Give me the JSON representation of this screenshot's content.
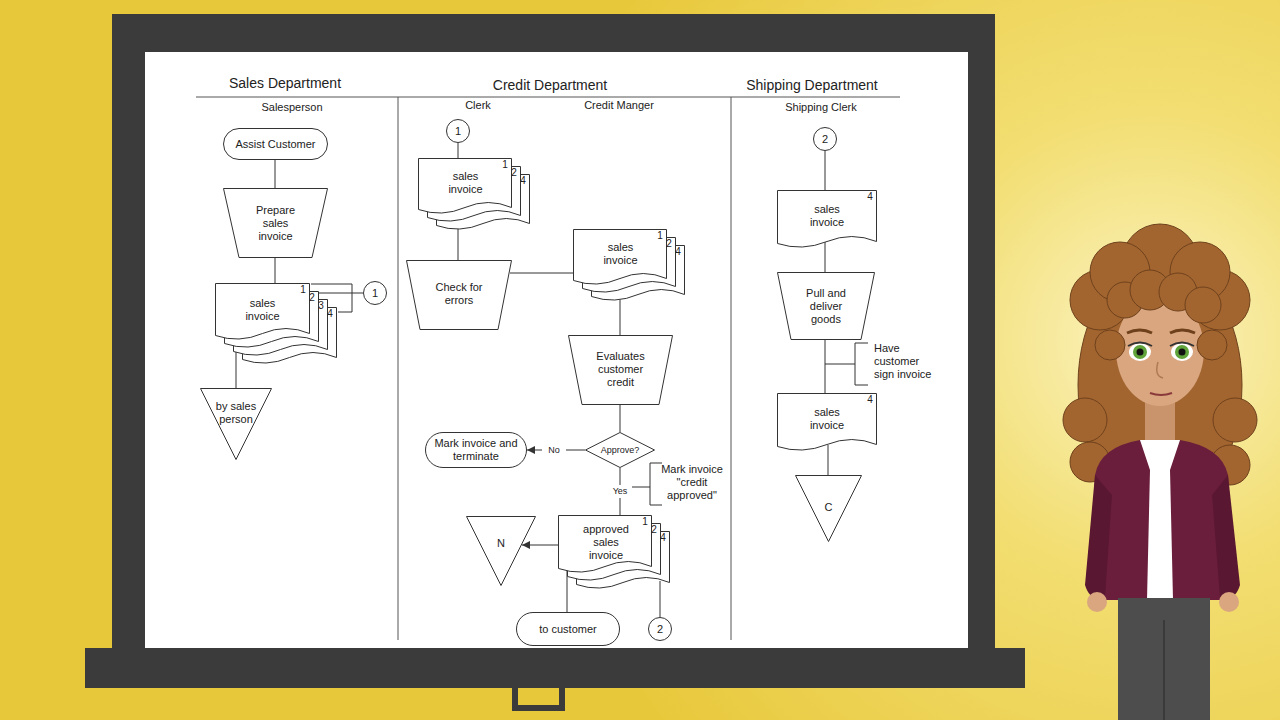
{
  "diagram": {
    "nodes": [
      {
        "text": [
          "Assist Customer"
        ]
      },
      {
        "text": [
          "Prepare sales invoice"
        ]
      },
      {
        "text": [
          "sales invoice",
          "1",
          "2",
          "3",
          "4"
        ]
      },
      {
        "text": [
          "1"
        ]
      },
      {
        "text": [
          "by sales person"
        ]
      },
      {
        "text": [
          "1"
        ]
      },
      {
        "text": [
          "sales invoice",
          "1",
          "2",
          "4"
        ]
      },
      {
        "text": [
          "Check for errors"
        ]
      },
      {
        "text": [
          "sales invoice",
          "1",
          "2",
          "4"
        ]
      },
      {
        "text": [
          "Evaluates customer credit"
        ]
      },
      {
        "text": [
          "Approve?"
        ]
      },
      {
        "text": [
          "Mark invoice and terminate"
        ]
      },
      {
        "text": [
          "approved sales invoice",
          "1",
          "2",
          "4"
        ]
      },
      {
        "text": [
          "N"
        ]
      },
      {
        "text": [
          "to customer"
        ]
      },
      {
        "text": [
          "2"
        ]
      },
      {
        "text": [
          "2"
        ]
      },
      {
        "text": [
          "sales invoice",
          "4"
        ]
      },
      {
        "text": [
          "Pull and deliver goods"
        ]
      },
      {
        "text": [
          "sales invoice",
          "4"
        ]
      },
      {
        "text": [
          "C"
        ]
      }
    ],
    "edges": [
      {
        "from": 0,
        "to": 1,
        "arrow": "none"
      },
      {
        "from": 1,
        "to": 2,
        "arrow": "none"
      },
      {
        "from": 2,
        "to": 3,
        "arrow": "none"
      },
      {
        "from": 2,
        "to": 4,
        "arrow": "none"
      },
      {
        "from": 5,
        "to": 6,
        "arrow": "none"
      },
      {
        "from": 6,
        "to": 7,
        "arrow": "none"
      },
      {
        "from": 7,
        "to": 8,
        "arrow": "none"
      },
      {
        "from": 8,
        "to": 9,
        "arrow": "none"
      },
      {
        "from": 9,
        "to": 10,
        "arrow": "none"
      },
      {
        "from": 10,
        "to": 11,
        "label": "No",
        "arrow": "to"
      },
      {
        "from": 10,
        "to": 12,
        "label": "Yes",
        "arrow": "none"
      },
      {
        "from": 12,
        "to": 13,
        "arrow": "to"
      },
      {
        "from": 12,
        "to": 14,
        "arrow": "none"
      },
      {
        "from": 12,
        "to": 15,
        "arrow": "none"
      },
      {
        "from": 16,
        "to": 17,
        "arrow": "none"
      },
      {
        "from": 17,
        "to": 18,
        "arrow": "none"
      },
      {
        "from": 18,
        "to": 19,
        "arrow": "none"
      },
      {
        "from": 19,
        "to": 20,
        "arrow": "none"
      }
    ],
    "labels": [
      "Sales Department",
      "Credit Department",
      "Shipping Department",
      "Salesperson",
      "Clerk",
      "Credit Manger",
      "Shipping Clerk",
      "Have customer sign invoice",
      "Mark invoice \"credit approved\""
    ]
  }
}
